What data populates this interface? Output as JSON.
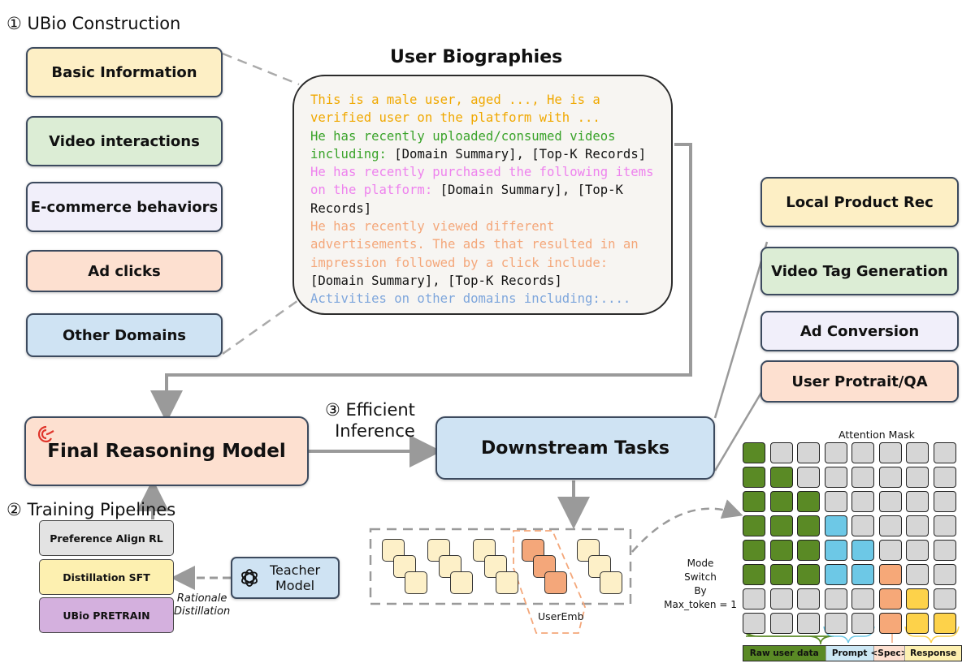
{
  "sections": {
    "ubio": "① UBio Construction",
    "training": "② Training Pipelines",
    "inference_line1": "③ Efficient",
    "inference_line2": "Inference"
  },
  "sources": [
    {
      "label": "Basic Information",
      "color": "#fdefc5"
    },
    {
      "label": "Video interactions",
      "color": "#dcedd5"
    },
    {
      "label": "E-commerce behaviors",
      "color": "#f1effa"
    },
    {
      "label": "Ad clicks",
      "color": "#fde0d0"
    },
    {
      "label": "Other Domains",
      "color": "#cfe3f3"
    }
  ],
  "biography": {
    "title": "User Biographies",
    "lines": {
      "basic": "This is a male user, aged ..., He is a verified user on the platform with ...",
      "video_colored": "He has recently uploaded/consumed videos including:",
      "video_black": " [Domain Summary], [Top-K Records]",
      "ecom_colored": "He has recently purchased the following items on the platform:",
      "ecom_black": " [Domain Summary], [Top-K Records]",
      "ads_colored": "He has recently viewed different advertisements. The ads that resulted in an impression followed by a click include:",
      "ads_black": " [Domain Summary], [Top-K Records]",
      "other": "Activities on other domains including:...."
    },
    "colors": {
      "basic": "#f0a800",
      "video": "#3aa32a",
      "ecom": "#ee82ee",
      "ads": "#f4a77a",
      "other": "#7ea6dc"
    }
  },
  "main": {
    "final_model": "Final Reasoning Model",
    "downstream": "Downstream Tasks"
  },
  "tasks": [
    {
      "label": "Local Product Rec",
      "color": "#fdefc5"
    },
    {
      "label": "Video Tag Generation",
      "color": "#dcedd5"
    },
    {
      "label": "Ad Conversion",
      "color": "#f1effa"
    },
    {
      "label": "User Protrait/QA",
      "color": "#fde0d0"
    }
  ],
  "training": {
    "stages": [
      {
        "label": "Preference Align RL",
        "color": "#e3e3e3"
      },
      {
        "label": "Distillation SFT",
        "color": "#fdf0b0"
      },
      {
        "label": "UBio PRETRAIN",
        "color": "#d4b0de"
      }
    ],
    "teacher": "Teacher Model",
    "distill_line1": "Rationale",
    "distill_line2": "Distillation"
  },
  "embedding": {
    "label": "UserEmb"
  },
  "attention": {
    "title": "Attention Mask",
    "mode_lines": [
      "Mode",
      "Switch",
      "By",
      "Max_token = 1"
    ],
    "colors": {
      "G": "#5a8a25",
      "X": "#d6d6d6",
      "B": "#6dc8e6",
      "O": "#f6a878",
      "Y": "#fdd24a"
    },
    "rows": [
      "GXXXXXXX",
      "GGXXXXXX",
      "GGGXXXXX",
      "GGGBXXXX",
      "GGGBBXXX",
      "GGGBBOXX",
      "XXXXXOYX",
      "XXXXXOYY"
    ],
    "legend": [
      {
        "label": "Raw user data",
        "color": "#5a8a25"
      },
      {
        "label": "Prompt",
        "color": "#cde8f5"
      },
      {
        "label": "<Spec>",
        "color": "#fde0d0"
      },
      {
        "label": "Response",
        "color": "#fdf0b0"
      }
    ]
  }
}
